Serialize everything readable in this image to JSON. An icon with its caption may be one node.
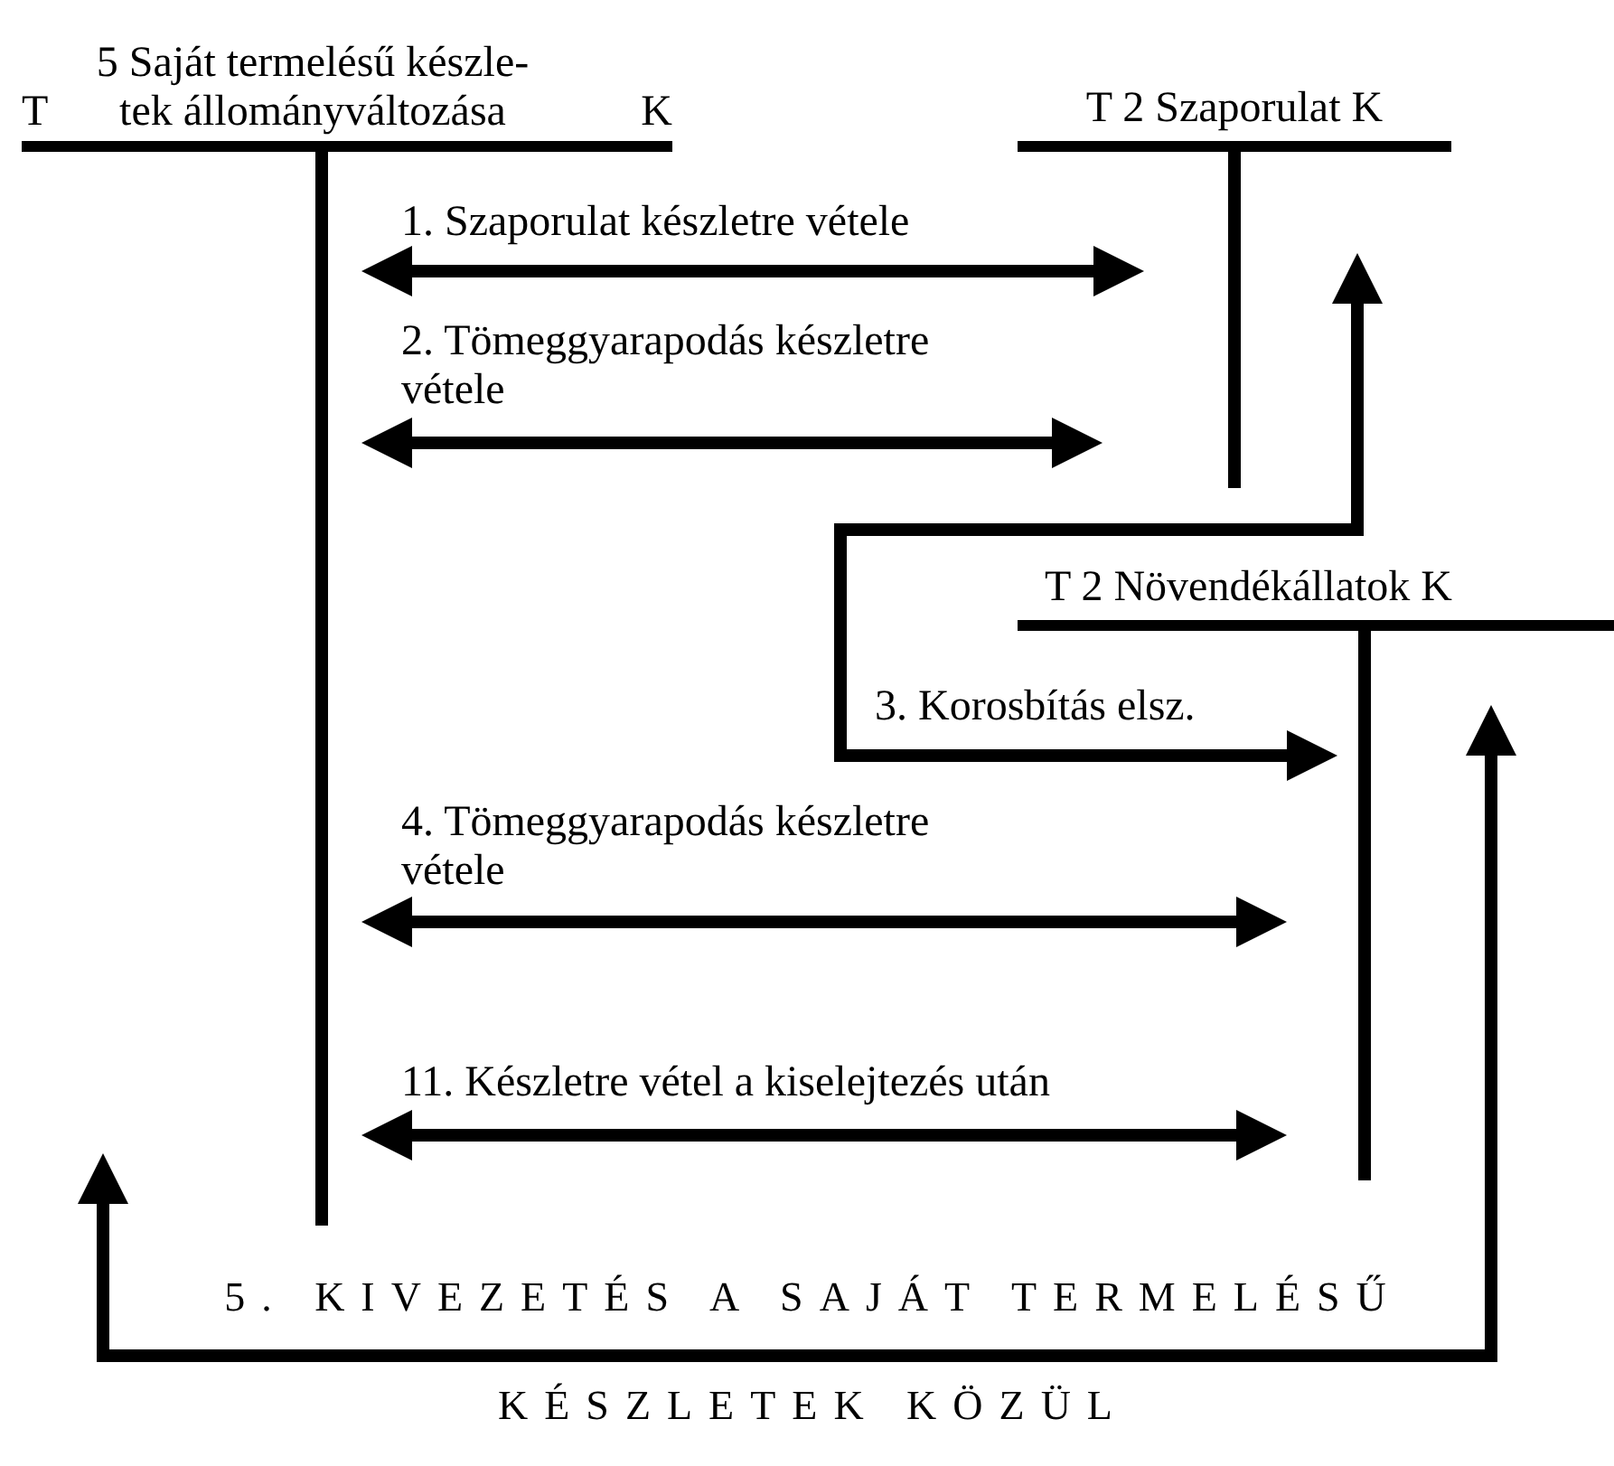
{
  "diagram": {
    "nodes": [
      {
        "text": [
          "T",
          "5 Saját termelésű készle- tek állományváltozása",
          "K"
        ]
      },
      {
        "text": [
          "T 2 Szaporulat K"
        ]
      },
      {
        "text": [
          "T 2 Növendékállatok K"
        ]
      }
    ],
    "edges": [
      {
        "from": 0,
        "to": 1,
        "arrow": "both",
        "label": "1. Szaporulat készletre vétele"
      },
      {
        "from": 0,
        "to": 1,
        "arrow": "both",
        "label": "2. Tömeggyarapodás készletre vétele"
      },
      {
        "from": 1,
        "to": 2,
        "arrow": "both",
        "label": "3. Korosbítás elsz."
      },
      {
        "from": 0,
        "to": 2,
        "arrow": "both",
        "label": "4. Tömeggyarapodás készletre vétele"
      },
      {
        "from": 0,
        "to": 2,
        "arrow": "both",
        "label": "11. Készletre vétel a kiselejtezés után"
      },
      {
        "from": 2,
        "to": 0,
        "arrow": "both",
        "label": "5. KIVEZETÉS A SAJÁT TERMELÉSŰ KÉSZLETEK KÖZÜL"
      }
    ]
  }
}
